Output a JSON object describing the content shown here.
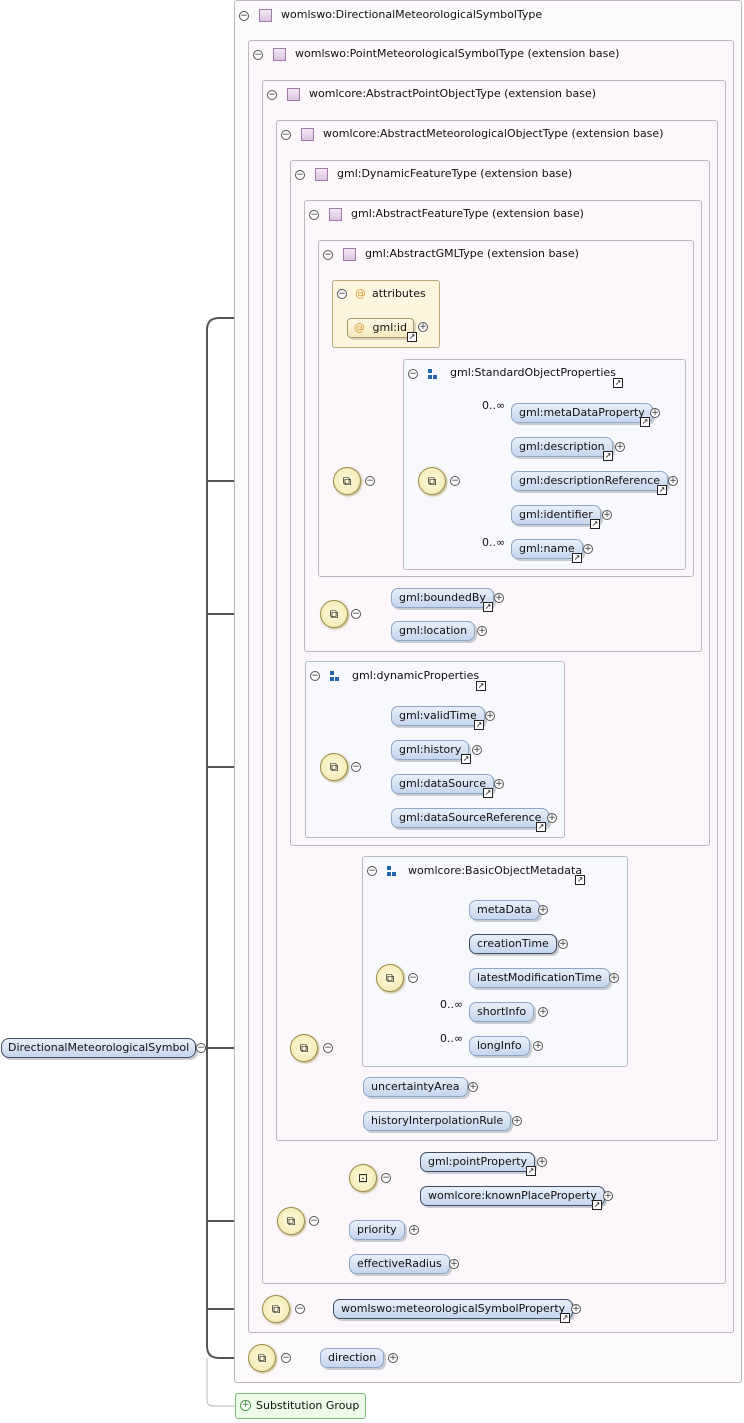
{
  "root": {
    "label": "DirectionalMeteorologicalSymbol"
  },
  "types": {
    "t1": "womlswo:DirectionalMeteorologicalSymbolType",
    "t2": "womlswo:PointMeteorologicalSymbolType (extension base)",
    "t3": "womlcore:AbstractPointObjectType (extension base)",
    "t4": "womlcore:AbstractMeteorologicalObjectType (extension base)",
    "t5": "gml:DynamicFeatureType (extension base)",
    "t6": "gml:AbstractFeatureType (extension base)",
    "t7": "gml:AbstractGMLType (extension base)"
  },
  "attributes": {
    "title": "attributes",
    "at_symbol": "@",
    "id": "gml:id"
  },
  "groups": {
    "standard": {
      "title": "gml:StandardObjectProperties",
      "elements": [
        "gml:metaDataProperty",
        "gml:description",
        "gml:descriptionReference",
        "gml:identifier",
        "gml:name"
      ]
    },
    "dynamic": {
      "title": "gml:dynamicProperties",
      "elements": [
        "gml:validTime",
        "gml:history",
        "gml:dataSource",
        "gml:dataSourceReference"
      ]
    },
    "basic": {
      "title": "womlcore:BasicObjectMetadata",
      "elements": [
        "metaData",
        "creationTime",
        "latestModificationTime",
        "shortInfo",
        "longInfo"
      ]
    }
  },
  "feature_elements": [
    "gml:boundedBy",
    "gml:location"
  ],
  "meteo_elements": [
    "uncertaintyArea",
    "historyInterpolationRule"
  ],
  "point_choice": [
    "gml:pointProperty",
    "womlcore:knownPlaceProperty"
  ],
  "point_elements": [
    "priority",
    "effectiveRadius"
  ],
  "symbol_property": "womlswo:meteorologicalSymbolProperty",
  "direction": "direction",
  "substitution": "Substitution Group",
  "cardinality": {
    "unbounded": "0..∞"
  },
  "symbols": {
    "collapse": "−",
    "expand": "+",
    "reference": "↗"
  }
}
